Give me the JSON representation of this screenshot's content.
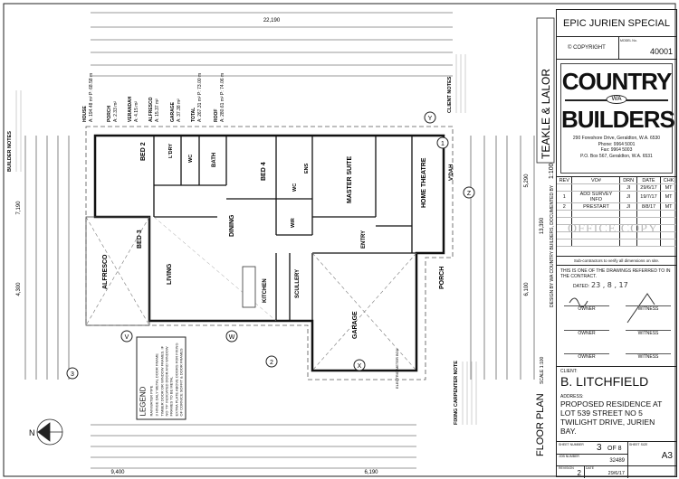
{
  "title_block": {
    "project": "EPIC JURIEN SPECIAL",
    "copyright": "© COPYRIGHT",
    "model_label": "MODEL No.",
    "model_no": "40001",
    "logo_line1": "COUNTRY",
    "logo_wa": "WA",
    "logo_line2": "BUILDERS",
    "company_address": [
      "290 Foreshore Drive, Geraldton, W.A. 6530",
      "Phone: 9964 5001",
      "Fax: 9964 5003",
      "P.O. Box 567, Geraldton, W.A. 6531"
    ],
    "revision_headers": [
      "REV",
      "VO#",
      "DRN",
      "DATE",
      "CHK"
    ],
    "revisions": [
      [
        "",
        "",
        "JI",
        "29/6/17",
        "MT"
      ],
      [
        "1",
        "ADD SURVEY INFO",
        "JI",
        "19/7/17",
        "MT"
      ],
      [
        "2",
        "PRESTART",
        "JI",
        "8/8/17",
        "MT"
      ]
    ],
    "office_copy_stamp": "OFFICE COPY",
    "subcontractor_note": "Sub-contractors to verify all dimensions on site.",
    "contract_note": "THIS IS ONE OF THE DRAWINGS REFERRED TO IN THE CONTRACT.",
    "dated_label": "DATED:",
    "dated_value": "23 , 8 , 17",
    "owner_label": "OWNER",
    "witness_label": "WITNESS",
    "client_label": "CLIENT:",
    "client": "B. LITCHFIELD",
    "address_label": "ADDRESS:",
    "address": [
      "PROPOSED RESIDENCE AT",
      "LOT 539 STREET NO 5",
      "TWILIGHT DRIVE, JURIEN",
      "BAY."
    ],
    "sheet_number_label": "SHEET NUMBER",
    "sheet_number": "3",
    "sheet_of": "OF 8",
    "sheet_size_label": "SHEET SIZE",
    "sheet_size": "A3",
    "job_number_label": "JOB NUMBER",
    "job_number": "32489",
    "revision_label": "REVISION",
    "revision": "2",
    "date_label": "DATE",
    "date": "29/6/17"
  },
  "side_text": {
    "firm": "TEAKLE & LALOR",
    "scale": "1:100",
    "design_note": "DESIGN BY WA COUNTRY BUILDERS, DOCUMENTED BY"
  },
  "drawing": {
    "title": "FLOOR PLAN",
    "scale": "SCALE 1:100",
    "builder_notes_title": "BUILDER NOTES",
    "client_notes_title": "CLIENT NOTES",
    "carpenter_note_title": "FIXING CARPENTER NOTE",
    "legend_title": "LEGEND",
    "legend_items": [
      "RAINWATER PIPE",
      "3 HINGE DALY METAL DOOR FRAME",
      "TIMBER DOOR OR WINDOW FRAMES. IF NO 'TF' INDICATED DOOR AND WINDOW FRAMES TO BE METAL",
      "EXTRA PLATE ABOVE DOORS FOR FIXING OF CORNICE SOFFIT & DOOR FRAMES"
    ],
    "areas": [
      {
        "name": "HOUSE",
        "value": "A: 194.48 m²  P: 68.58 m"
      },
      {
        "name": "PORCH",
        "value": "A: 2.33 m²"
      },
      {
        "name": "VERANDAH",
        "value": "A: 4.15 m²"
      },
      {
        "name": "ALFRESCO",
        "value": "A: 15.37 m²"
      },
      {
        "name": "GARAGE",
        "value": "A: 37.38 m²"
      },
      {
        "name": "TOTAL",
        "value": "A: 267.31 m²  P: 73.00 m"
      },
      {
        "name": "ROOF",
        "value": "A: 280.61 m²  P: 74.06 m"
      }
    ],
    "rooms": [
      "BED 2",
      "L'DRY",
      "WC",
      "BATH",
      "BED 4",
      "WC",
      "ENS",
      "WIR",
      "MASTER SUITE",
      "HOME THEATRE",
      "V'DAH",
      "BED 3",
      "DINING",
      "LIVING",
      "ALFRESCO",
      "KITCHEN",
      "SCULLERY",
      "ENTRY",
      "PORCH",
      "GARAGE"
    ],
    "dimensions": {
      "top_overall": "22,190",
      "left_overall": "7,190",
      "left_partial": "4,300",
      "right_overall": "13,390",
      "right_partial": "5,290",
      "bottom_left": "9,400",
      "bottom_right": "6,190",
      "right_lower": "6,100"
    },
    "markers": [
      "V",
      "W",
      "X",
      "Y",
      "Z",
      "1",
      "2",
      "3"
    ],
    "north": "N",
    "electric_meter": "ELECTRIC METER BOX"
  }
}
